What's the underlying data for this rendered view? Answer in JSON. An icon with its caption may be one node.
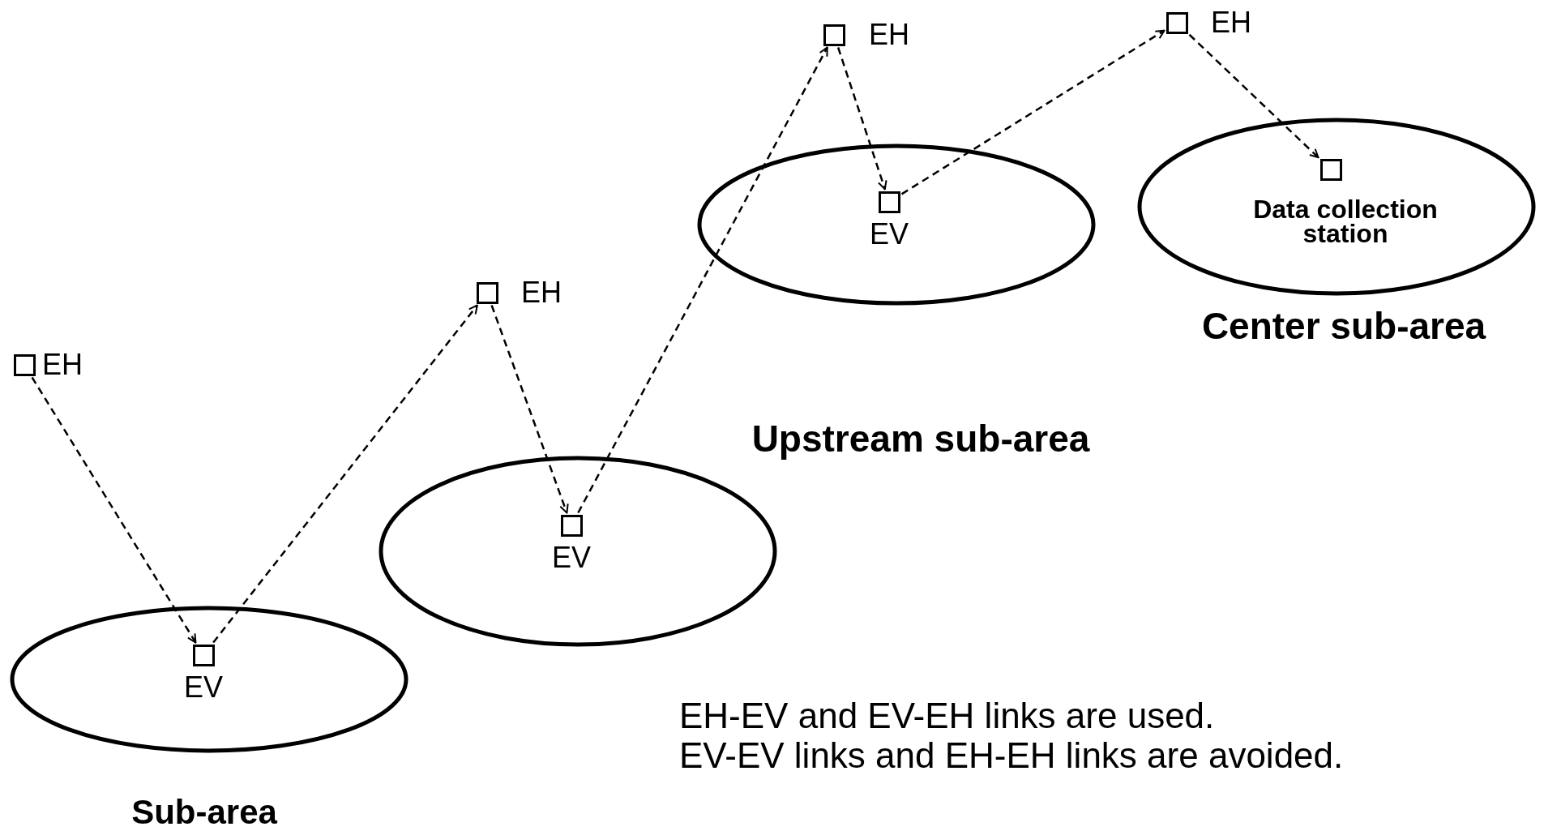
{
  "diagram": {
    "nodes": [
      {
        "text": [],
        "shape": "box",
        "beside": [
          "EH"
        ]
      },
      {
        "text": [
          "Sub-area"
        ]
      },
      {
        "text": [],
        "shape": "box",
        "beside": [
          "EV"
        ],
        "in": 1
      },
      {
        "text": [],
        "shape": "box",
        "beside": [
          "EH"
        ]
      },
      {
        "text": [],
        "shape": "ellipse"
      },
      {
        "text": [],
        "shape": "box",
        "beside": [
          "EV"
        ],
        "in": 4
      },
      {
        "text": [],
        "shape": "box",
        "beside": [
          "EH"
        ]
      },
      {
        "text": [
          "Upstream sub-area"
        ]
      },
      {
        "text": [],
        "shape": "box",
        "beside": [
          "EV"
        ],
        "in": 7
      },
      {
        "text": [],
        "shape": "box",
        "beside": [
          "EH"
        ]
      },
      {
        "text": [
          "Center sub-area"
        ]
      },
      {
        "text": [],
        "shape": "box",
        "beside": [
          "Data collection station"
        ],
        "in": 10
      }
    ],
    "edges": [
      {
        "from": 0,
        "to": 2,
        "arrow": "to",
        "style": "dashed"
      },
      {
        "from": 2,
        "to": 3,
        "arrow": "to",
        "style": "dashed"
      },
      {
        "from": 3,
        "to": 5,
        "arrow": "to",
        "style": "dashed"
      },
      {
        "from": 5,
        "to": 6,
        "arrow": "to",
        "style": "dashed"
      },
      {
        "from": 6,
        "to": 8,
        "arrow": "to",
        "style": "dashed"
      },
      {
        "from": 8,
        "to": 9,
        "arrow": "to",
        "style": "dashed"
      },
      {
        "from": 9,
        "to": 11,
        "arrow": "to",
        "style": "dashed"
      }
    ],
    "labels": [
      "EH-EV and EV-EH links are used.",
      "EV-EV links and EH-EH links are avoided."
    ]
  }
}
